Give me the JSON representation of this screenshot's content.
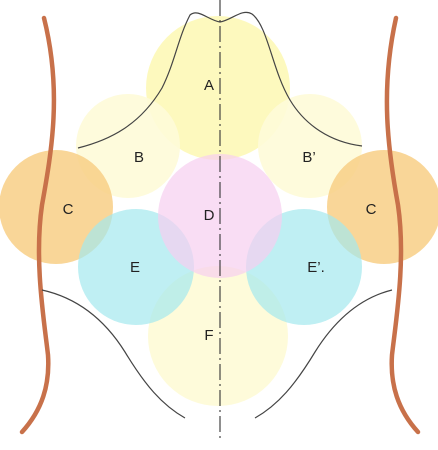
{
  "colors": {
    "yellow_circle": "#FCF7A8",
    "pale_yellow_circle": "#FEFBD8",
    "orange_circle": "#F8CF86",
    "cyan_circle": "#A4E8EE",
    "pink_circle": "#F6CFEF",
    "body_outline": "#C8714A",
    "contour_line": "#444444",
    "midline": "#333333"
  },
  "regions": {
    "A": "A",
    "B": "B",
    "B_prime": "B’",
    "C_left": "C",
    "C_right": "C",
    "D": "D",
    "E": "E",
    "E_prime": "E’.",
    "F": "F"
  }
}
